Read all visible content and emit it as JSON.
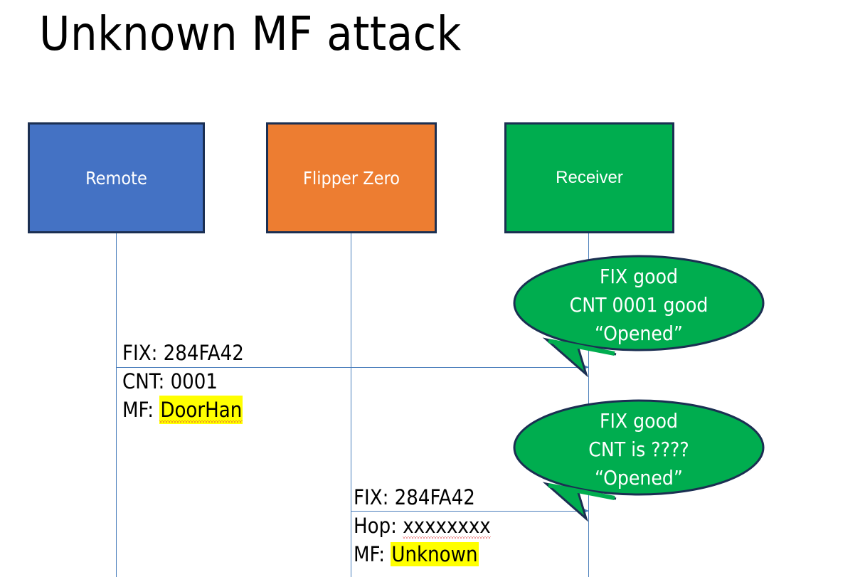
{
  "slide": {
    "title": "Unknown MF attack",
    "colors": {
      "remote_fill": "#4472C4",
      "flipper_fill": "#ED7D31",
      "receiver_fill": "#00AD4F",
      "shape_border": "#1B2F52",
      "lifeline": "#4A7EBB",
      "highlight": "#FFFF00",
      "spellcheck_underline": "#E03A3A"
    }
  },
  "actors": [
    {
      "id": "remote",
      "label": "Remote"
    },
    {
      "id": "flipper",
      "label": "Flipper Zero"
    },
    {
      "id": "receiver",
      "label": "Receiver"
    }
  ],
  "messages": [
    {
      "id": "msg-remote-to-receiver",
      "from": "remote",
      "to": "receiver",
      "lines": [
        {
          "label": "FIX:",
          "value": "284FA42",
          "highlight": false,
          "spellcheck": false
        },
        {
          "label": "CNT:",
          "value": "0001",
          "highlight": false,
          "spellcheck": false
        },
        {
          "label": "MF:",
          "value": "DoorHan",
          "highlight": true,
          "spellcheck": true
        }
      ]
    },
    {
      "id": "msg-flipper-to-receiver",
      "from": "flipper",
      "to": "receiver",
      "lines": [
        {
          "label": "FIX:",
          "value": "284FA42",
          "highlight": false,
          "spellcheck": false
        },
        {
          "label": "Hop:",
          "value": "xxxxxxxx",
          "highlight": false,
          "spellcheck": true
        },
        {
          "label": "MF:",
          "value": "Unknown",
          "highlight": true,
          "spellcheck": false
        }
      ]
    }
  ],
  "callouts": [
    {
      "id": "callout-first-reception",
      "lines": [
        "FIX good",
        "CNT 0001 good",
        "“Opened”"
      ]
    },
    {
      "id": "callout-second-reception",
      "lines": [
        "FIX good",
        "CNT is ????",
        "“Opened”"
      ]
    }
  ]
}
